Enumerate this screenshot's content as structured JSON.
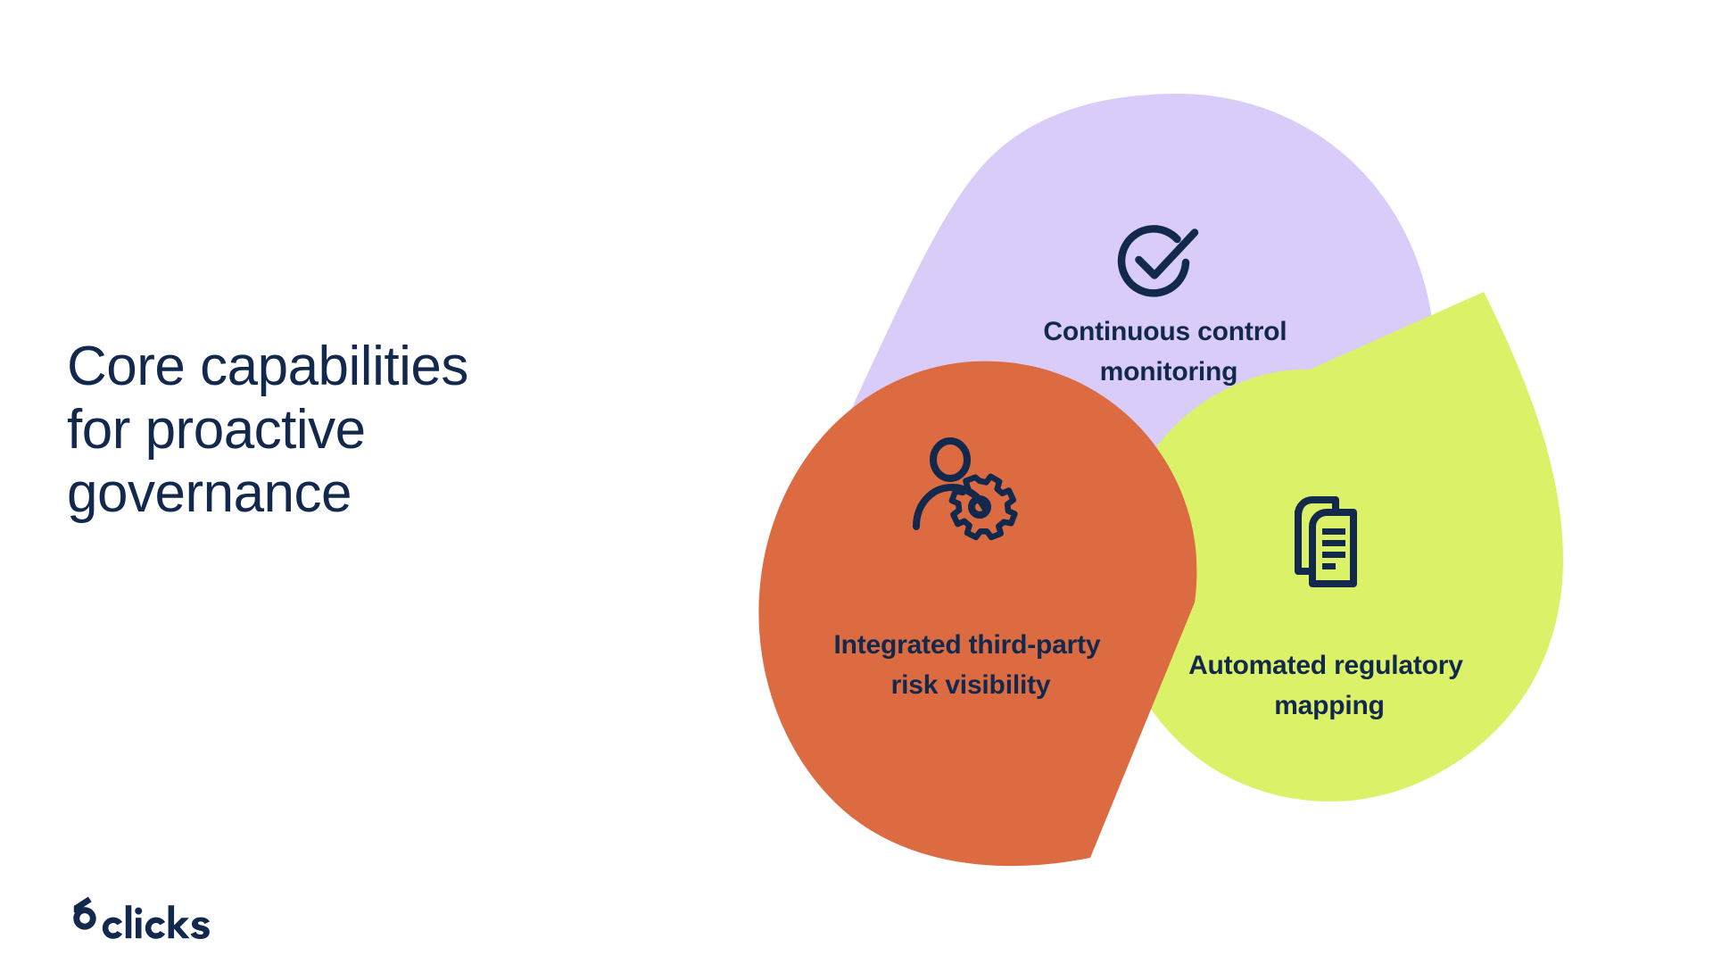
{
  "slide": {
    "background_color": "#FFFFFF",
    "title": "Core capabilities\nfor proactive\ngovernance",
    "title_color": "#12284C"
  },
  "brand": {
    "logo_text": "6clicks",
    "logo_color": "#12284C"
  },
  "diagram": {
    "type": "three-lobe-pinwheel",
    "lobes": [
      {
        "id": "continuous-control-monitoring",
        "color": "#D9CCF9",
        "icon": "check-circle-icon",
        "label_line_1": "Continuous control",
        "label_line_2": "monitoring",
        "text_color": "#12284C"
      },
      {
        "id": "automated-regulatory-mapping",
        "color": "#DBF268",
        "icon": "documents-icon",
        "label_line_1": "Automated regulatory",
        "label_line_2": "mapping",
        "text_color": "#12284C"
      },
      {
        "id": "integrated-third-party-risk-visibility",
        "color": "#DD6B42",
        "icon": "user-gear-icon",
        "label_line_1": "Integrated third-party",
        "label_line_2": "risk visibility",
        "text_color": "#12284C"
      }
    ]
  }
}
